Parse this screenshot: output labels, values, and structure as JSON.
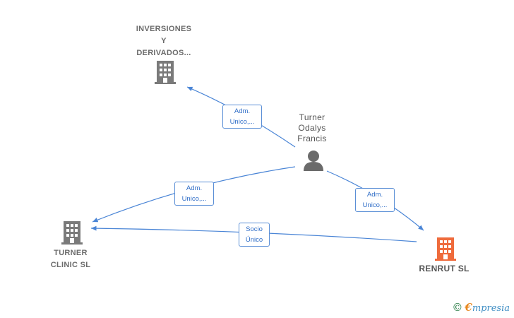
{
  "nodes": {
    "inversiones": {
      "lines": [
        "INVERSIONES",
        "Y",
        "DERIVADOS..."
      ]
    },
    "turner_person": {
      "lines": [
        "Turner",
        "Odalys",
        "Francis"
      ]
    },
    "turner_clinic": {
      "lines": [
        "TURNER",
        "CLINIC  SL"
      ]
    },
    "renrut": {
      "lines": [
        "RENRUT  SL"
      ]
    }
  },
  "edges": [
    {
      "id": "person-to-inversiones",
      "label": [
        "Adm.",
        "Unico,..."
      ]
    },
    {
      "id": "person-to-clinic",
      "label": [
        "Adm.",
        "Unico,..."
      ]
    },
    {
      "id": "person-to-renrut",
      "label": [
        "Adm.",
        "Unico,..."
      ]
    },
    {
      "id": "renrut-to-clinic",
      "label": [
        "Socio",
        "Único"
      ]
    }
  ],
  "colors": {
    "edge": "#4a85d6",
    "building_gray": "#7a7a7a",
    "building_main": "#ef6b3c",
    "person": "#6b6b6b"
  },
  "brand": {
    "copyright": "©",
    "initial": "€",
    "name": "mpresia"
  }
}
